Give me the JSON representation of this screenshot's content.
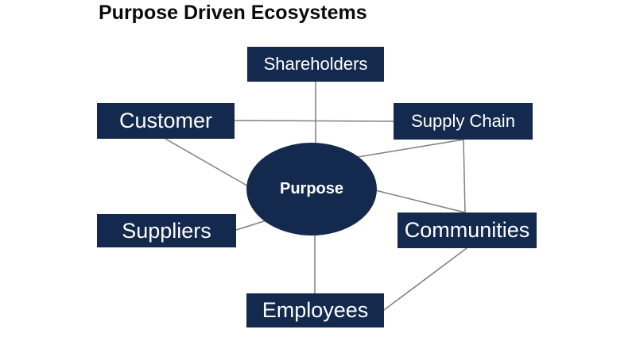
{
  "title": "Purpose Driven Ecosystems",
  "diagram": {
    "type": "hub-and-spoke",
    "center": {
      "id": "purpose",
      "label": "Purpose",
      "shape": "ellipse"
    },
    "nodes": [
      {
        "id": "shareholders",
        "label": "Shareholders",
        "shape": "rectangle"
      },
      {
        "id": "customer",
        "label": "Customer",
        "shape": "rectangle"
      },
      {
        "id": "supply-chain",
        "label": "Supply Chain",
        "shape": "rectangle"
      },
      {
        "id": "suppliers",
        "label": "Suppliers",
        "shape": "rectangle"
      },
      {
        "id": "communities",
        "label": "Communities",
        "shape": "rectangle"
      },
      {
        "id": "employees",
        "label": "Employees",
        "shape": "rectangle"
      }
    ],
    "connections": [
      {
        "from": "shareholders",
        "to": "purpose"
      },
      {
        "from": "customer",
        "to": "supply-chain"
      },
      {
        "from": "customer",
        "to": "purpose"
      },
      {
        "from": "supply-chain",
        "to": "purpose"
      },
      {
        "from": "supply-chain",
        "to": "communities"
      },
      {
        "from": "purpose",
        "to": "communities"
      },
      {
        "from": "suppliers",
        "to": "purpose"
      },
      {
        "from": "purpose",
        "to": "employees"
      },
      {
        "from": "employees",
        "to": "communities"
      }
    ]
  },
  "colors": {
    "node_fill": "#13294e",
    "node_text": "#ffffff",
    "connector": "#7f7f7f",
    "title_text": "#0a0a0a",
    "background": "#ffffff"
  }
}
